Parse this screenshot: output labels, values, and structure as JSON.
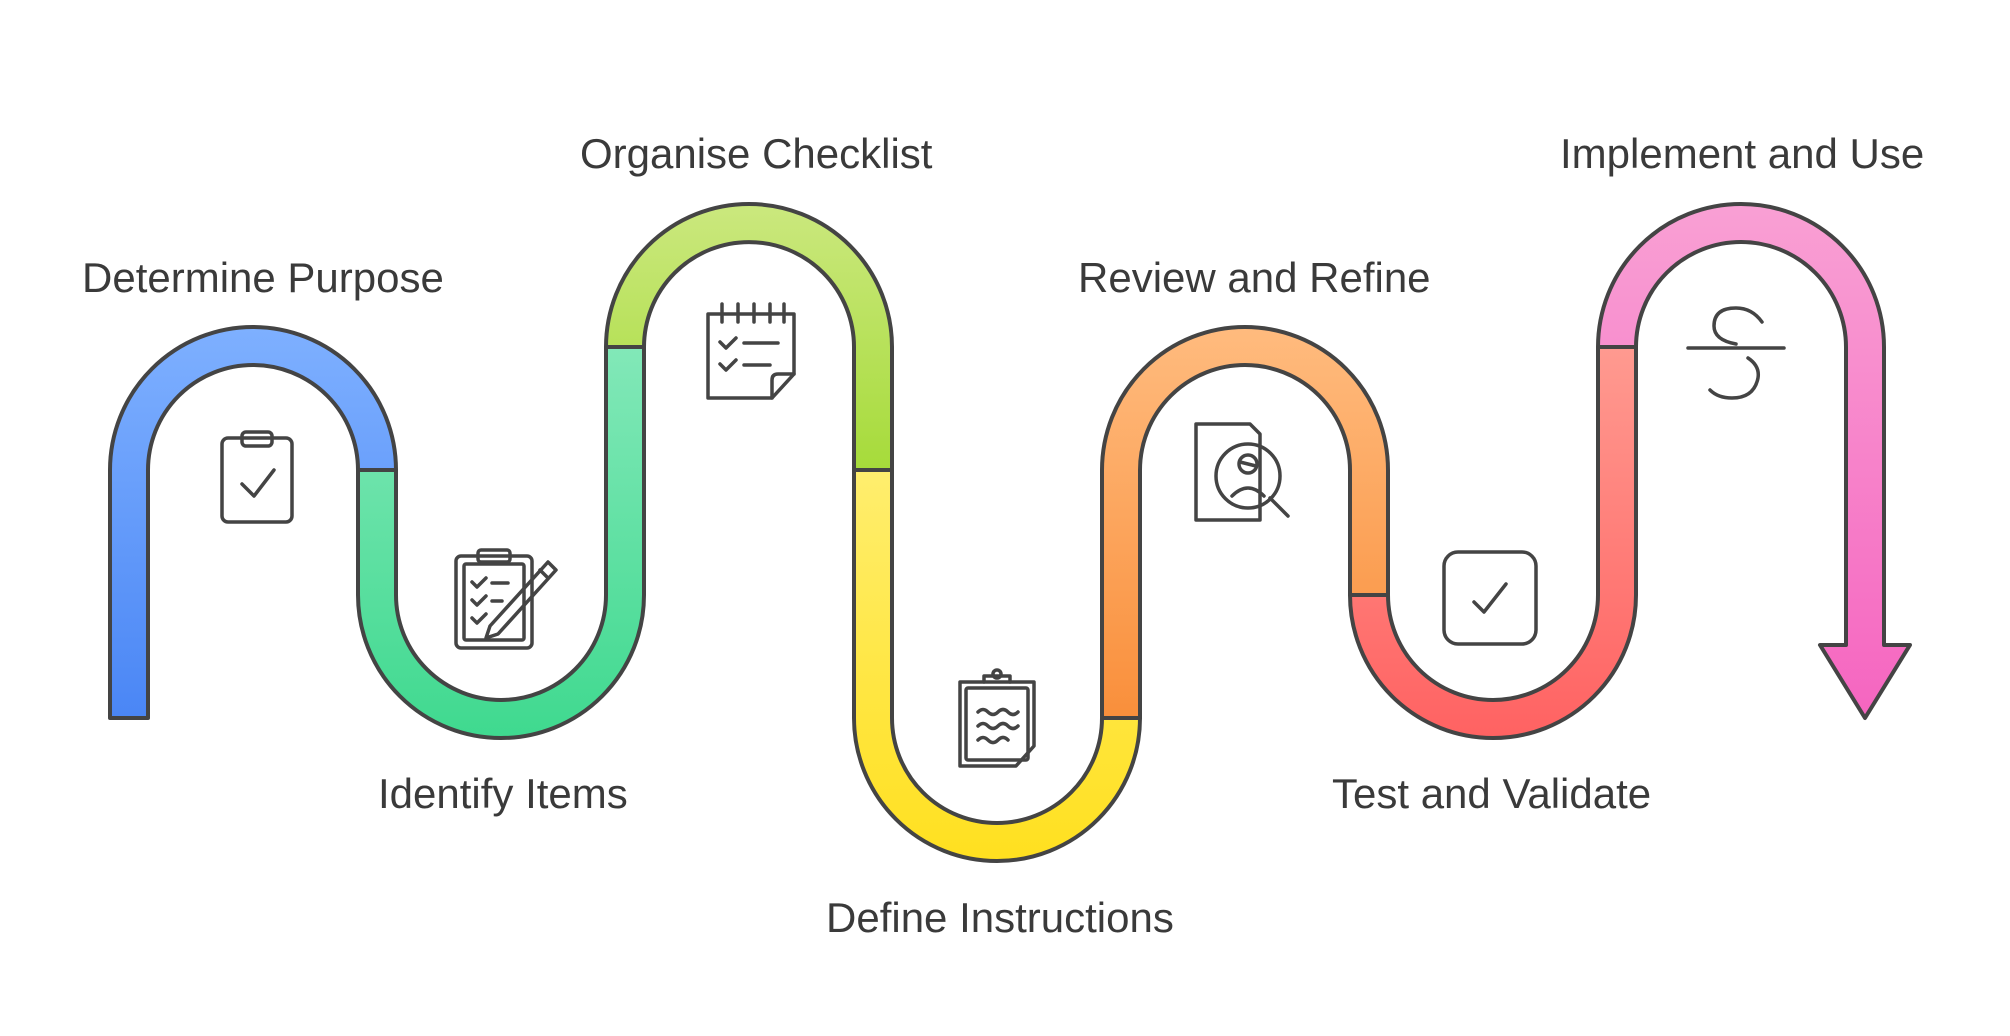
{
  "steps": [
    {
      "id": "determine-purpose",
      "label": "Determine Purpose",
      "icon": "clipboard-check-icon",
      "color_top": "#7eb0ff",
      "color_bottom": "#4a86f5"
    },
    {
      "id": "identify-items",
      "label": "Identify Items",
      "icon": "clipboard-pencil-icon",
      "color_top": "#82e8b8",
      "color_bottom": "#3fd98f"
    },
    {
      "id": "organise-checklist",
      "label": "Organise Checklist",
      "icon": "notepad-checklist-icon",
      "color_top": "#cbe87e",
      "color_bottom": "#a6db3a"
    },
    {
      "id": "define-instructions",
      "label": "Define Instructions",
      "icon": "clipboard-text-icon",
      "color_top": "#ffee6e",
      "color_bottom": "#ffe01f"
    },
    {
      "id": "review-and-refine",
      "label": "Review and Refine",
      "icon": "document-search-user-icon",
      "color_top": "#ffbb7e",
      "color_bottom": "#f98f3b"
    },
    {
      "id": "test-and-validate",
      "label": "Test and Validate",
      "icon": "checkbox-icon",
      "color_top": "#ff9a90",
      "color_bottom": "#ff6262"
    },
    {
      "id": "implement-and-use",
      "label": "Implement and Use",
      "icon": "strikethrough-s-icon",
      "color_top": "#f9a0d4",
      "color_bottom": "#f565c0"
    }
  ]
}
